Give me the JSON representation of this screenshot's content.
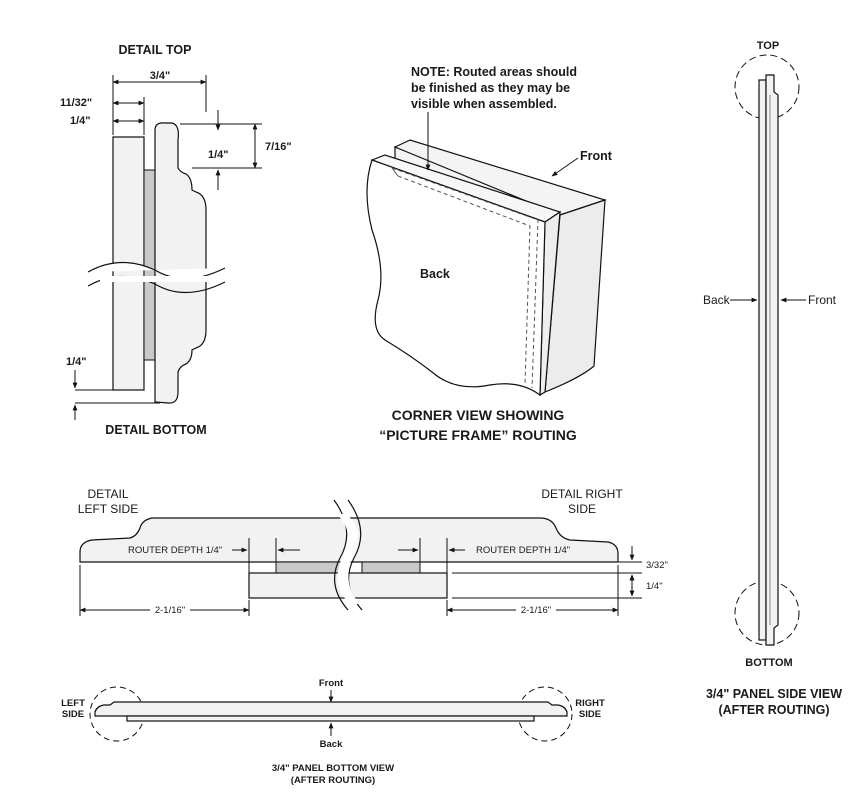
{
  "detail_top": {
    "title": "DETAIL TOP",
    "bottom_title": "DETAIL BOTTOM",
    "dim_3_4": "3/4\"",
    "dim_11_32": "11/32\"",
    "dim_1_4_top": "1/4\"",
    "dim_7_16": "7/16\"",
    "dim_1_4_right": "1/4\"",
    "dim_1_4_bottom": "1/4\""
  },
  "corner_view": {
    "note_line1": "NOTE: Routed areas should",
    "note_line2": "be finished as they may be",
    "note_line3": "visible when assembled.",
    "front_label": "Front",
    "back_label": "Back",
    "title_line1": "CORNER VIEW SHOWING",
    "title_line2": "“PICTURE FRAME” ROUTING"
  },
  "side_view": {
    "top_label": "TOP",
    "bottom_label": "BOTTOM",
    "back_label": "Back",
    "front_label": "Front",
    "title_line1": "3/4\" PANEL SIDE VIEW",
    "title_line2": "(AFTER ROUTING)"
  },
  "detail_lr": {
    "left_line1": "DETAIL",
    "left_line2": "LEFT SIDE",
    "right_line1": "DETAIL RIGHT",
    "right_line2": "SIDE",
    "router_left": "ROUTER DEPTH 1/4\"",
    "router_right": "ROUTER DEPTH 1/4\"",
    "dim_3_32": "3/32\"",
    "dim_1_4": "1/4\"",
    "dim_left_width": "2-1/16\"",
    "dim_right_width": "2-1/16\""
  },
  "bottom_view": {
    "front_label": "Front",
    "back_label": "Back",
    "left_line1": "LEFT",
    "left_line2": "SIDE",
    "right_line1": "RIGHT",
    "right_line2": "SIDE",
    "title_line1": "3/4\" PANEL BOTTOM VIEW",
    "title_line2": "(AFTER ROUTING)"
  }
}
